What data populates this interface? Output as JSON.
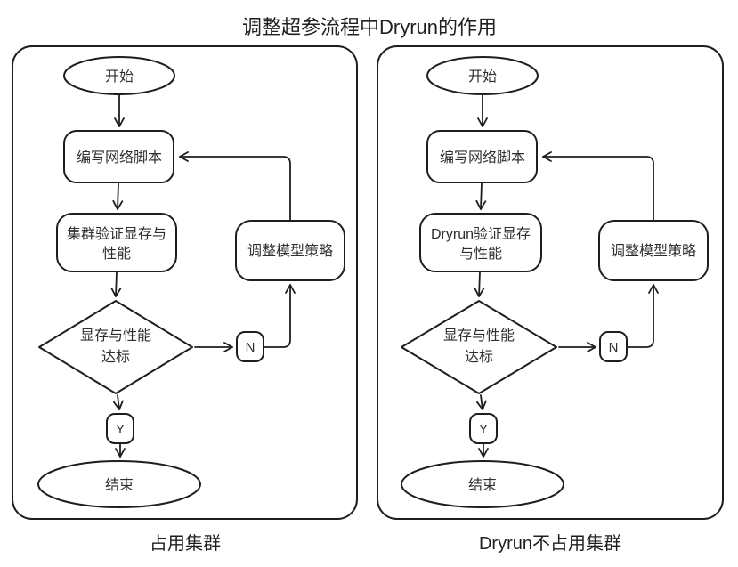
{
  "title": "调整超参流程中Dryrun的作用",
  "colors": {
    "stroke": "#1e1e1e",
    "text": "#2f2f2f",
    "highlight_fill": "#b2e6ac",
    "node_fill": "#ffffff",
    "background": "#ffffff"
  },
  "left_chart": {
    "caption": "占用集群",
    "nodes": {
      "start": "开始",
      "write_script": "编写网络脚本",
      "verify_line1": "集群验证显存与",
      "verify_line2": "性能",
      "decision_line1": "显存与性能",
      "decision_line2": "达标",
      "no_label": "N",
      "adjust": "调整模型策略",
      "yes_label": "Y",
      "end": "结束"
    }
  },
  "right_chart": {
    "caption": "Dryrun不占用集群",
    "nodes": {
      "start": "开始",
      "write_script": "编写网络脚本",
      "verify_line1": "Dryrun验证显存",
      "verify_line2": "与性能",
      "decision_line1": "显存与性能",
      "decision_line2": "达标",
      "no_label": "N",
      "adjust": "调整模型策略",
      "yes_label": "Y",
      "end": "结束"
    }
  }
}
